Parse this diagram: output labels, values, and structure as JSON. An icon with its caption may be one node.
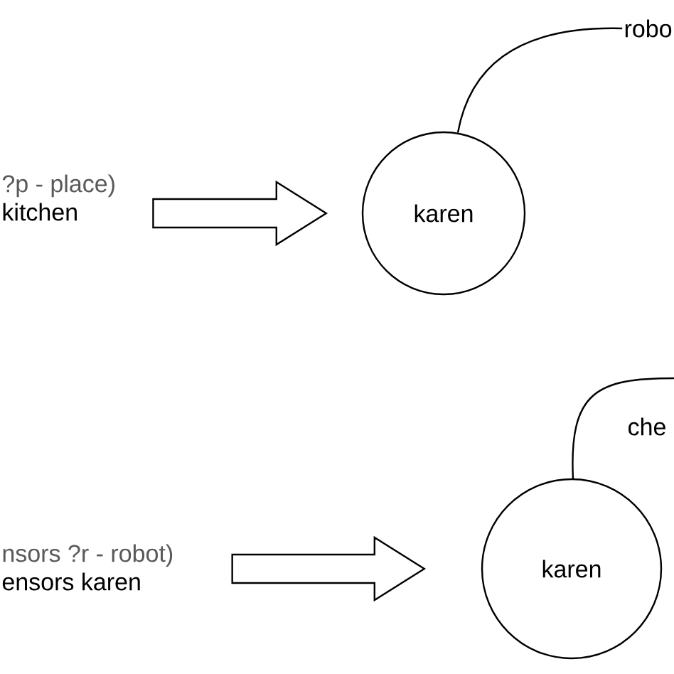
{
  "diagram": {
    "nodes": [
      {
        "text": [
          "?p - place)",
          "kitchen"
        ]
      },
      {
        "text": [
          "karen"
        ]
      },
      {
        "text": [
          "robo"
        ]
      },
      {
        "text": [
          "nsors ?r - robot)",
          "ensors karen"
        ]
      },
      {
        "text": [
          "karen"
        ]
      },
      {
        "text": [
          "che"
        ]
      }
    ],
    "edges": [
      {
        "from": 0,
        "to": 1,
        "arrow": "to"
      },
      {
        "from": 1,
        "to": 2,
        "arrow": "none"
      },
      {
        "from": 3,
        "to": 4,
        "arrow": "to"
      }
    ]
  }
}
